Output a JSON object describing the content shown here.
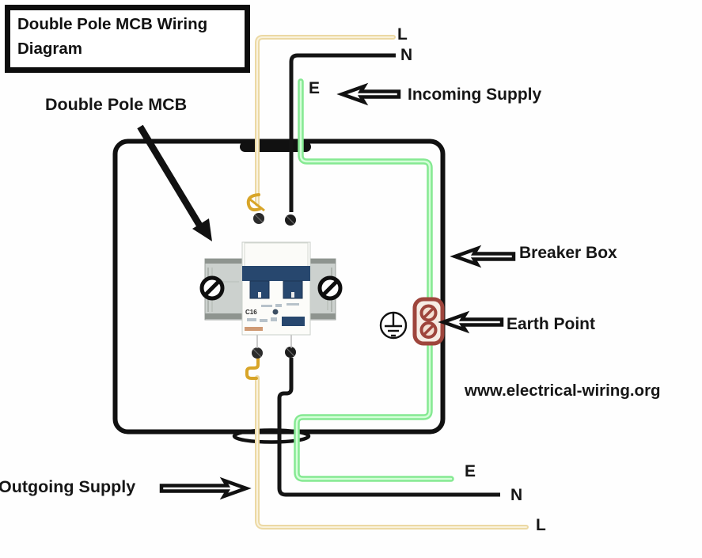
{
  "title_box": {
    "title": "Double Pole MCB Wiring Diagram"
  },
  "labels": {
    "device": "Double Pole MCB",
    "incoming_supply": "Incoming Supply",
    "outgoing_supply": "Outgoing Supply",
    "breaker_box": "Breaker Box",
    "earth_point": "Earth Point",
    "website": "www.electrical-wiring.org"
  },
  "incoming_wires": {
    "live": "L",
    "neutral": "N",
    "earth": "E"
  },
  "outgoing_wires": {
    "earth": "E",
    "neutral": "N",
    "live": "L"
  },
  "device": {
    "rating": "C16"
  },
  "colors": {
    "ink": "#121212",
    "live_wire": "#ecd9a4",
    "live_wire_core": "#f9f2dc",
    "neutral_wire": "#141414",
    "earth_wire": "#85e992",
    "earth_wire_core": "#d4ffd8",
    "earth_terminal": "#9e453c",
    "mcb_navy": "#27476e",
    "terminal_gold": "#d8a528",
    "rail_gray": "#ccd1ce"
  }
}
